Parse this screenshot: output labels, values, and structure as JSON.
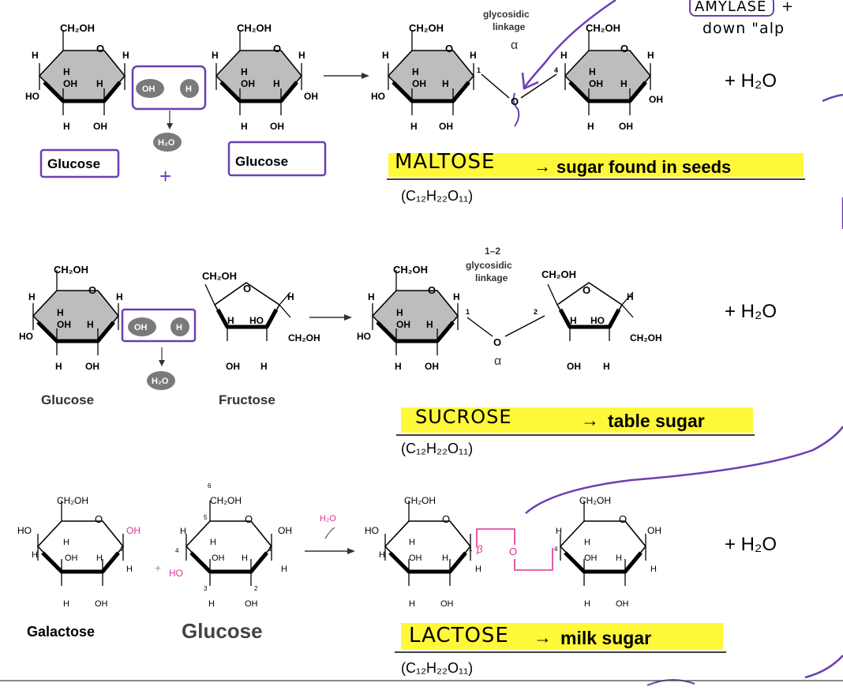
{
  "colors": {
    "purple": "#6a3fb5",
    "highlight": "#fff83a",
    "ring_fill": "#bdbdbd",
    "pink": "#e0338f",
    "bubble": "#7a7a7a"
  },
  "top_note": {
    "line1": "AMYLASE",
    "line1_rest": "+",
    "line2": "down  \"alp"
  },
  "atoms": {
    "ch2oh": "CH₂OH",
    "oh": "OH",
    "ho": "HO",
    "h": "H",
    "o": "O",
    "h_small": "H",
    "water": "H₂O",
    "plus": "+",
    "alpha": "α",
    "beta": "β"
  },
  "maltose": {
    "linkage_line1": "glycosidic",
    "linkage_line2": "linkage",
    "linkage_alpha": "α",
    "num_1": "1",
    "num_4": "4",
    "left_sugar": "Glucose",
    "right_sugar": "Glucose",
    "product": "MALTOSE",
    "arrow": "→",
    "description": "sugar found in seeds",
    "formula": "(C₁₂H₂₂O₁₁)",
    "water_plus": "+ H₂O"
  },
  "sucrose": {
    "linkage_line0": "1–2",
    "linkage_line1": "glycosidic",
    "linkage_line2": "linkage",
    "num_1": "1",
    "num_2": "2",
    "left_sugar": "Glucose",
    "right_sugar": "Fructose",
    "product": "SUCROSE",
    "arrow": "→",
    "description": "table sugar",
    "formula": "(C₁₂H₂₂O₁₁)",
    "water_plus": "+ H₂O"
  },
  "lactose": {
    "left_sugar": "Galactose",
    "right_sugar": "Glucose",
    "num_6": "6",
    "num_5": "5",
    "num_4": "4",
    "num_3": "3",
    "num_2": "2",
    "num_1": "1",
    "product": "LACTOSE",
    "arrow": "→",
    "description": "milk sugar",
    "formula": "(C₁₂H₂₂O₁₁)",
    "water_plus": "+ H₂O"
  }
}
